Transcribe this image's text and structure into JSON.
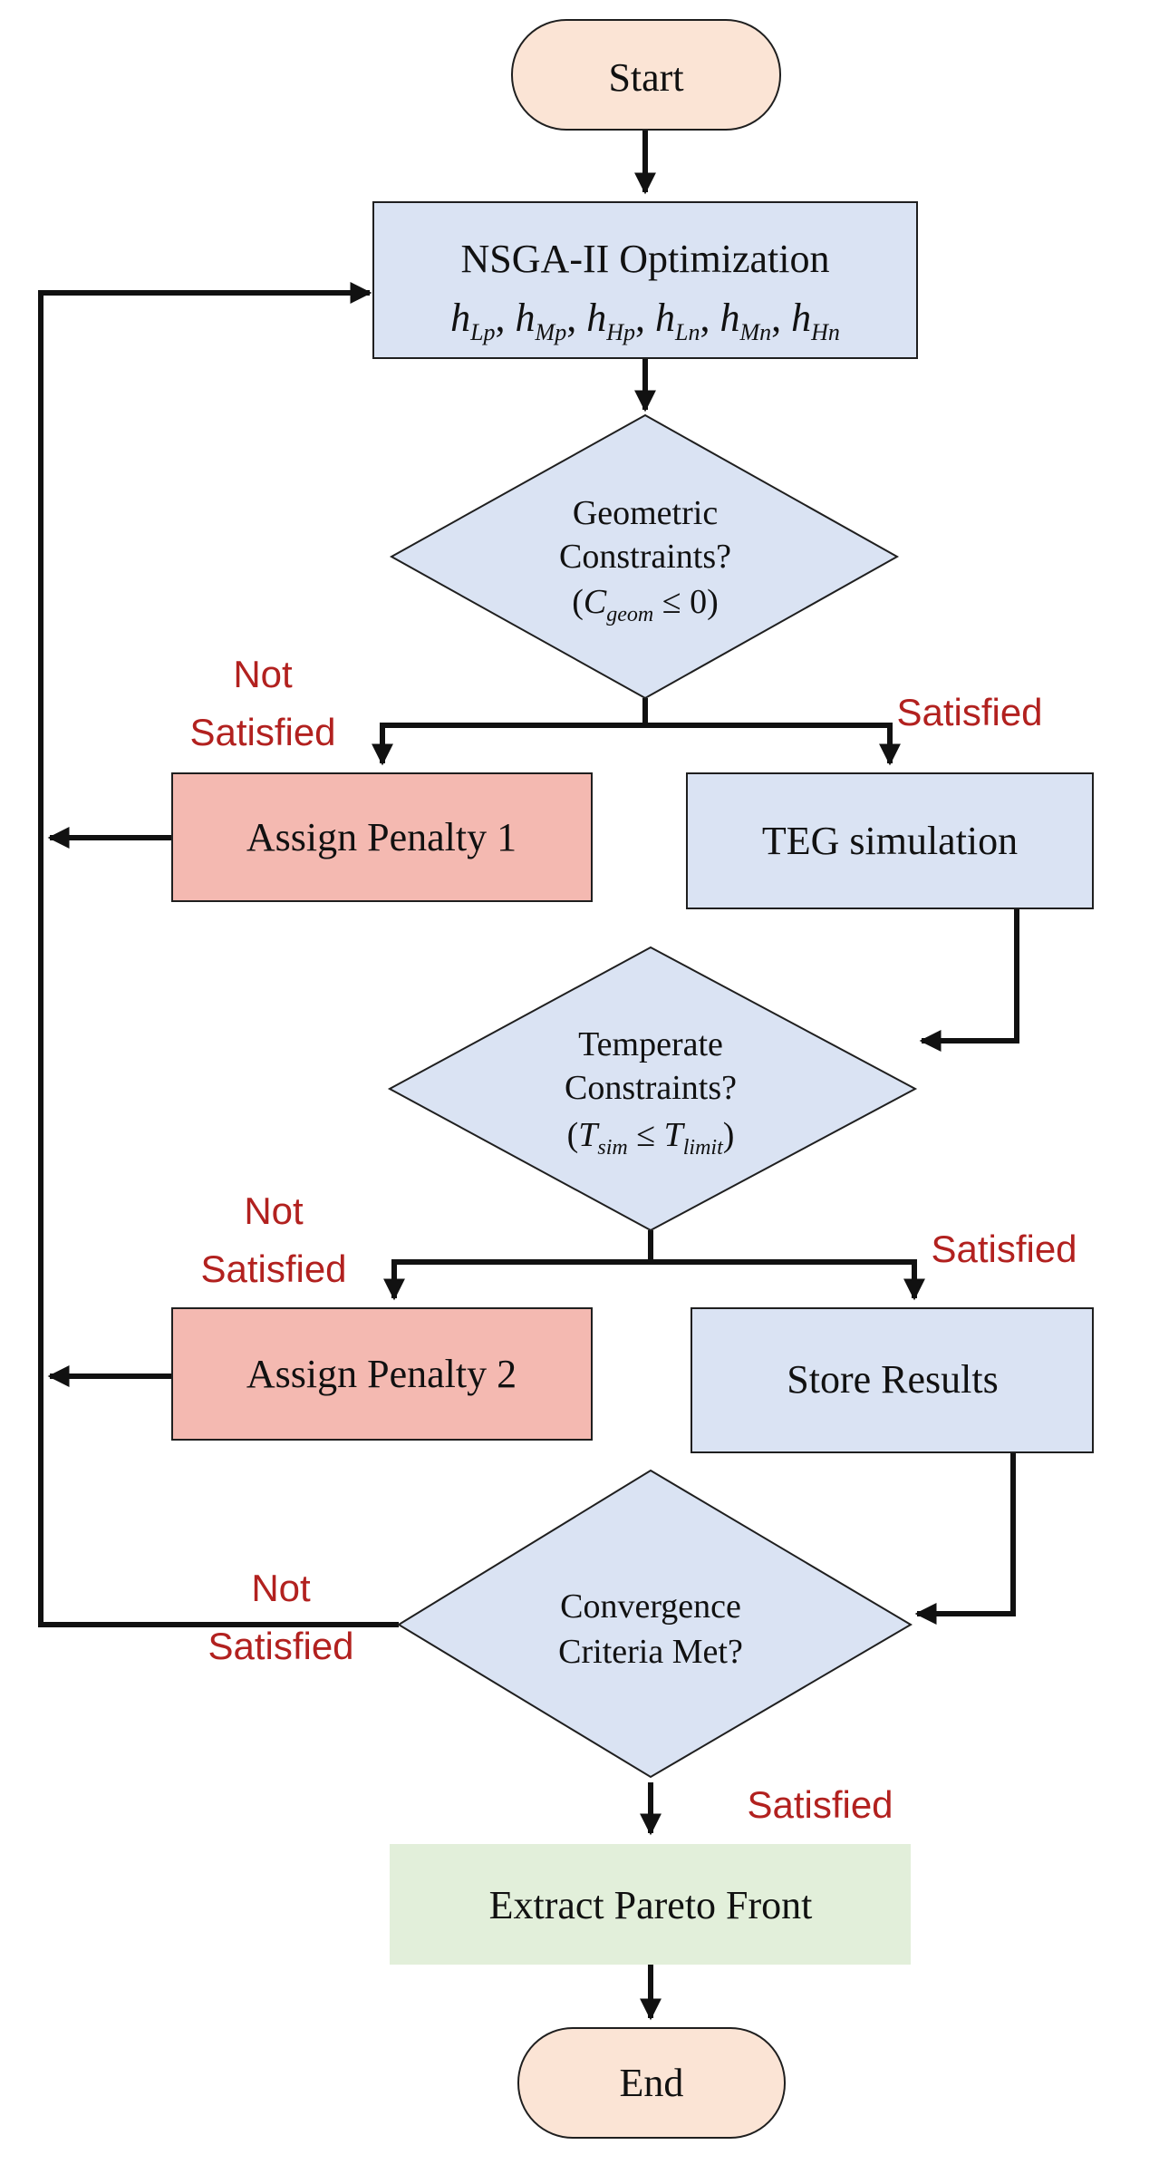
{
  "colors": {
    "terminal_fill": "#fbe4d5",
    "process_fill": "#dae3f3",
    "decision_fill": "#dae3f3",
    "penalty_fill": "#f4b9b1",
    "result_fill": "#e2efda",
    "stroke": "#1f1f1f",
    "line": "#111111",
    "label_red": "#b2211f"
  },
  "nodes": {
    "start": {
      "text": "Start"
    },
    "nsga": {
      "line1": "NSGA-II Optimization",
      "vars": [
        {
          "h": "h",
          "sub": "Lp"
        },
        {
          "h": "h",
          "sub": "Mp"
        },
        {
          "h": "h",
          "sub": "Hp"
        },
        {
          "h": "h",
          "sub": "Ln"
        },
        {
          "h": "h",
          "sub": "Mn"
        },
        {
          "h": "h",
          "sub": "Hn"
        }
      ]
    },
    "geom": {
      "line1": "Geometric",
      "line2": "Constraints?",
      "cond": {
        "open": "(",
        "var": "C",
        "sub": "geom",
        "op": " ≤ 0",
        "close": ")"
      }
    },
    "penalty1": {
      "text": "Assign Penalty 1"
    },
    "teg": {
      "text": "TEG simulation"
    },
    "temp": {
      "line1": "Temperate",
      "line2": "Constraints?",
      "cond": {
        "open": "(",
        "var1": "T",
        "sub1": "sim",
        "op": " ≤ ",
        "var2": "T",
        "sub2": "limit",
        "close": ")"
      }
    },
    "penalty2": {
      "text": "Assign Penalty 2"
    },
    "store": {
      "text": "Store Results"
    },
    "conv": {
      "line1": "Convergence",
      "line2": "Criteria Met?"
    },
    "pareto": {
      "text": "Extract Pareto Front"
    },
    "end": {
      "text": "End"
    }
  },
  "labels": {
    "geom_no": {
      "line1": "Not",
      "line2": "Satisfied"
    },
    "geom_yes": "Satisfied",
    "temp_no": {
      "line1": "Not",
      "line2": "Satisfied"
    },
    "temp_yes": "Satisfied",
    "conv_no": {
      "line1": "Not",
      "line2": "Satisfied"
    },
    "conv_yes": "Satisfied"
  }
}
